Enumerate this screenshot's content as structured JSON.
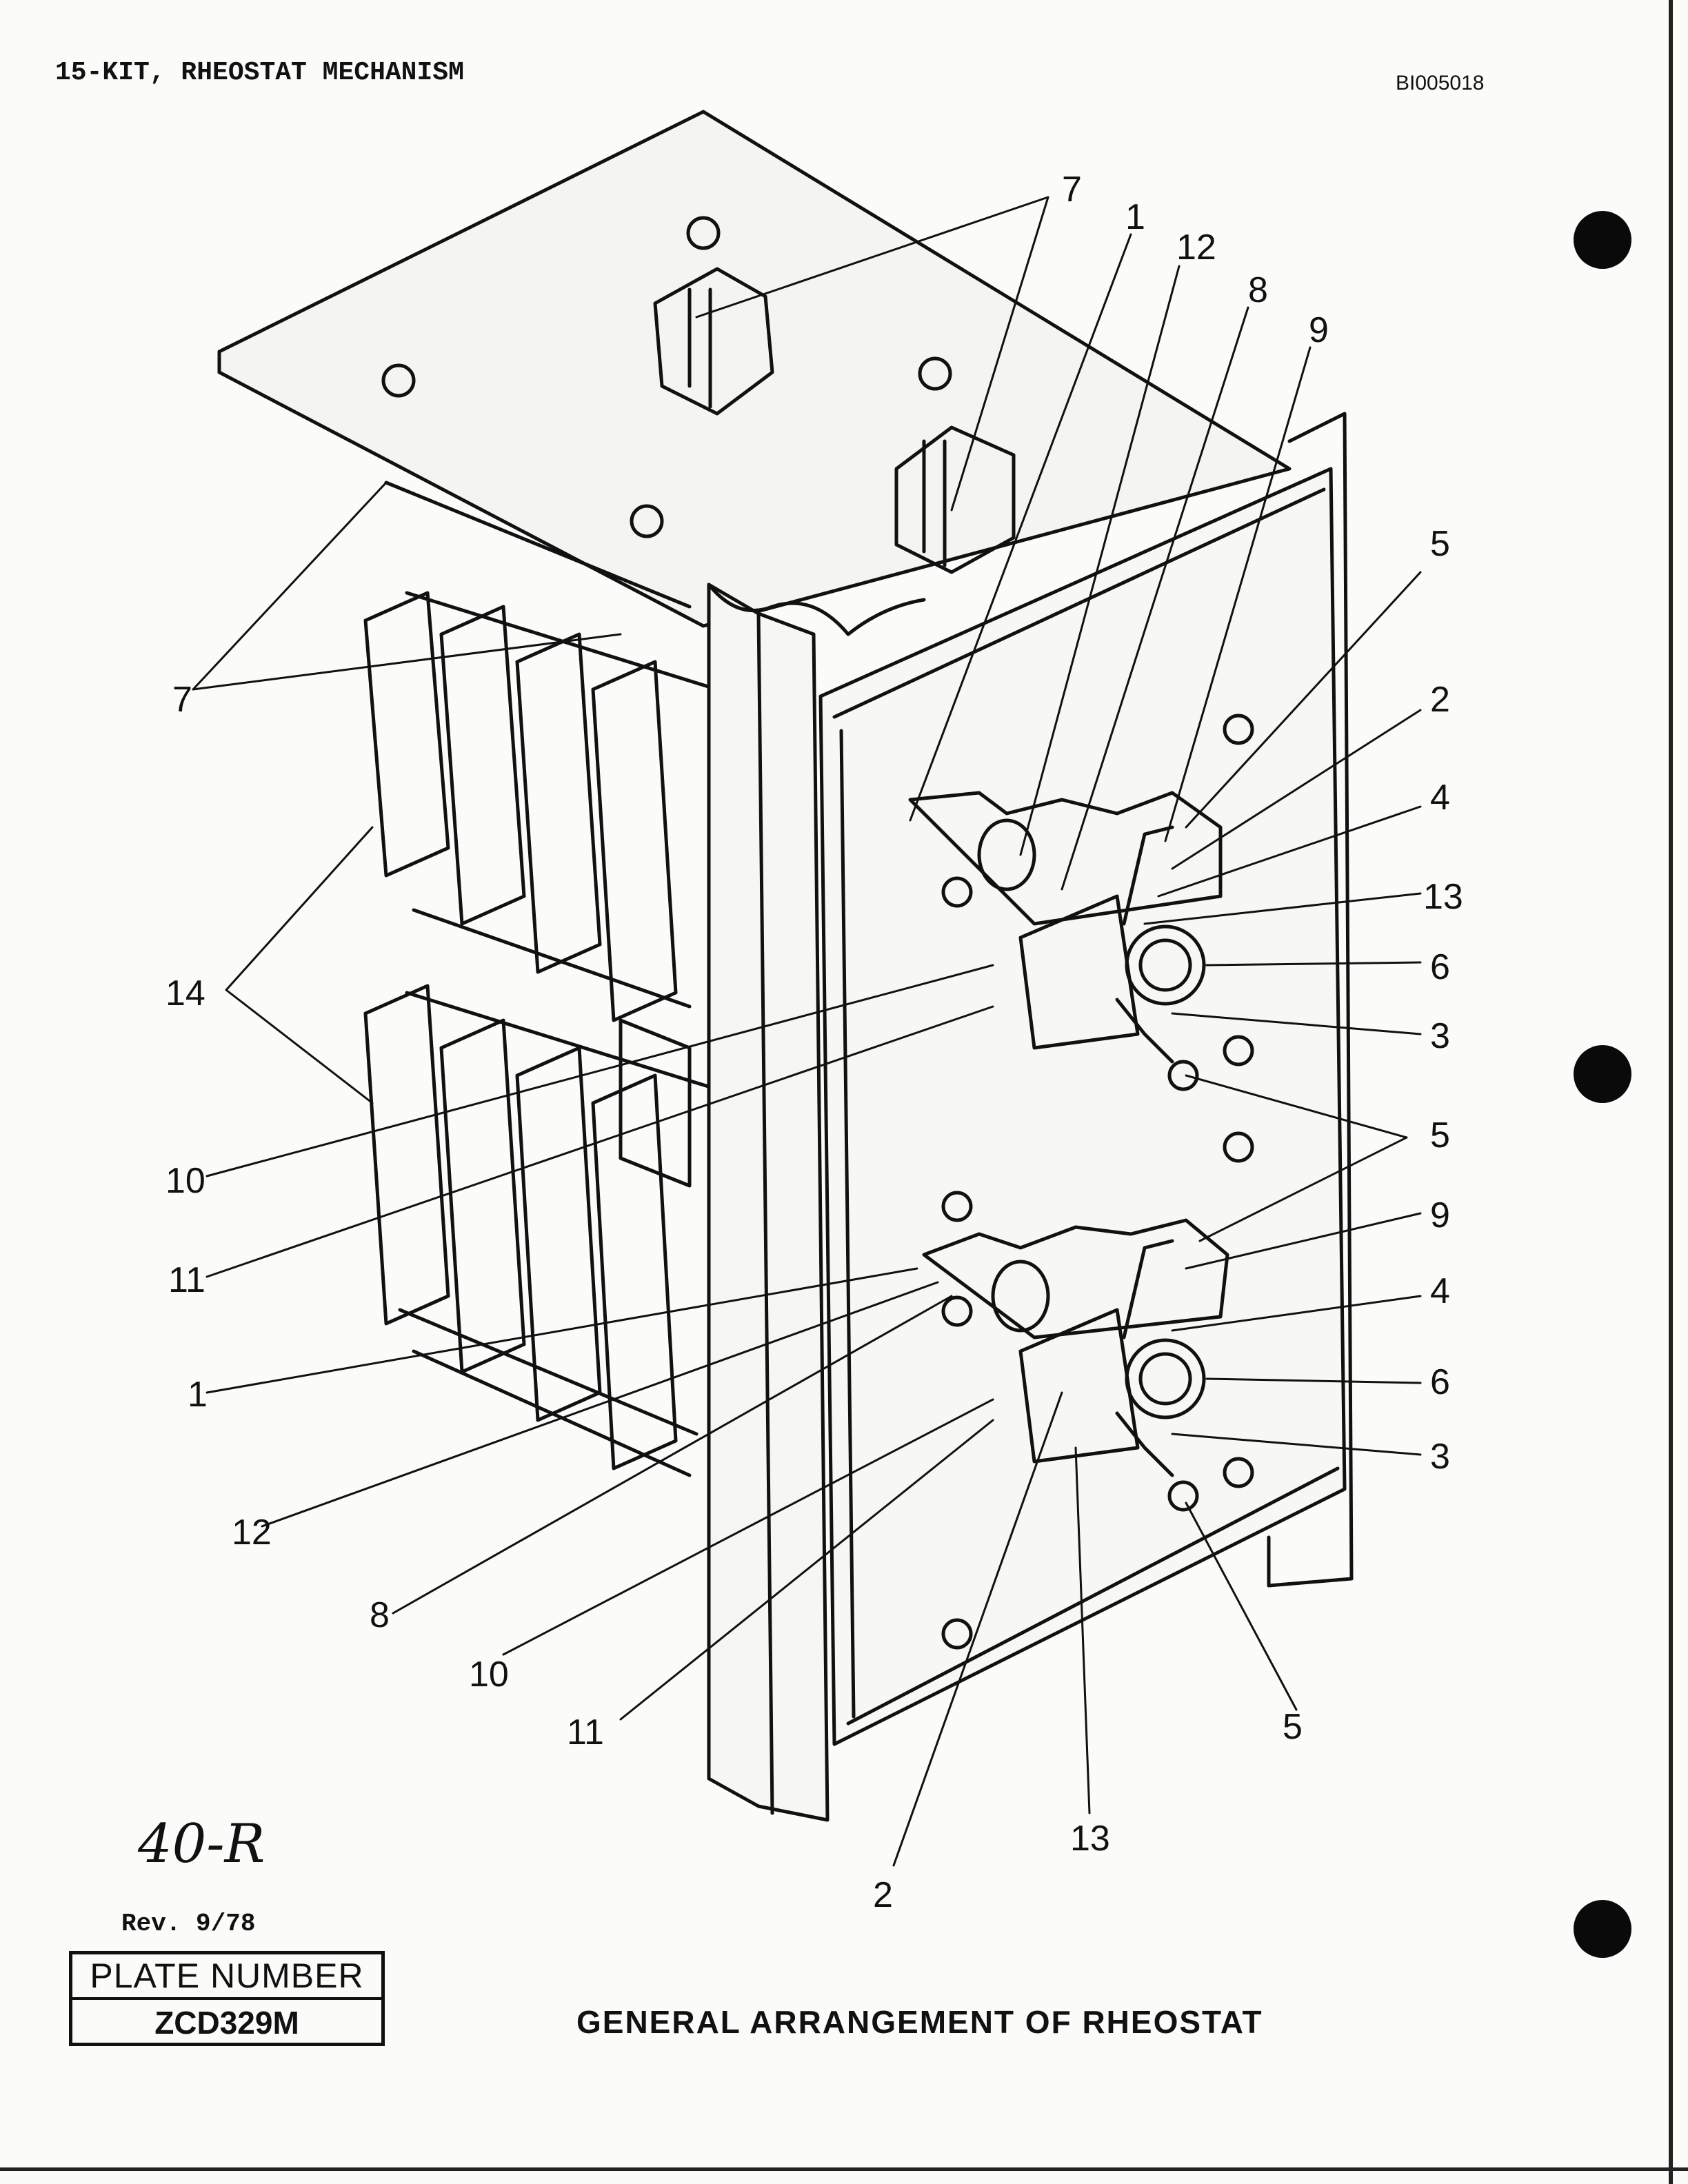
{
  "header": {
    "title": "15-KIT, RHEOSTAT MECHANISM",
    "doc_id": "BI005018"
  },
  "footer": {
    "page_ref": "40-R",
    "revision": "Rev.  9/78",
    "plate_label": "PLATE NUMBER",
    "plate_number": "ZCD329M",
    "caption": "GENERAL ARRANGEMENT OF RHEOSTAT"
  },
  "callouts": [
    "7",
    "1",
    "12",
    "8",
    "9",
    "5",
    "2",
    "4",
    "13",
    "6",
    "3",
    "7",
    "14",
    "10",
    "11",
    "5",
    "9",
    "4",
    "6",
    "3",
    "1",
    "12",
    "8",
    "10",
    "11",
    "2",
    "13",
    "5"
  ],
  "colors": {
    "ink": "#111111",
    "paper": "#fbfbf9"
  }
}
